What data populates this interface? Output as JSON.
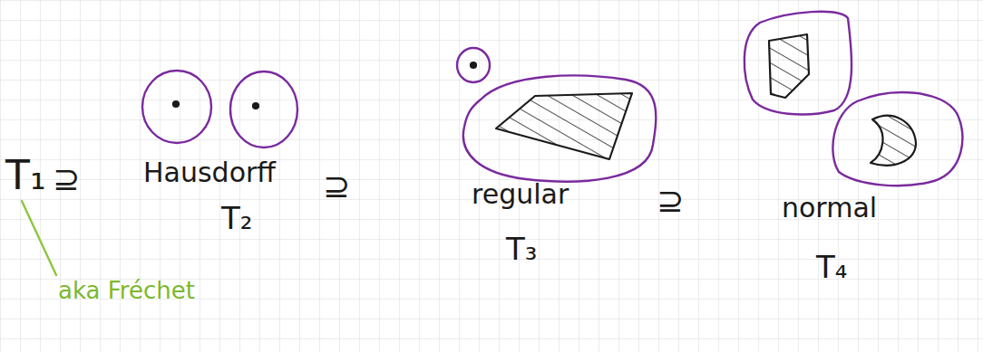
{
  "diagram": {
    "labels": [
      "T₁",
      "⊇",
      "Hausdorff",
      "T₂",
      "⊇",
      "regular",
      "T₃",
      "⊇",
      "normal",
      "T₄",
      "aka Fréchet"
    ]
  }
}
